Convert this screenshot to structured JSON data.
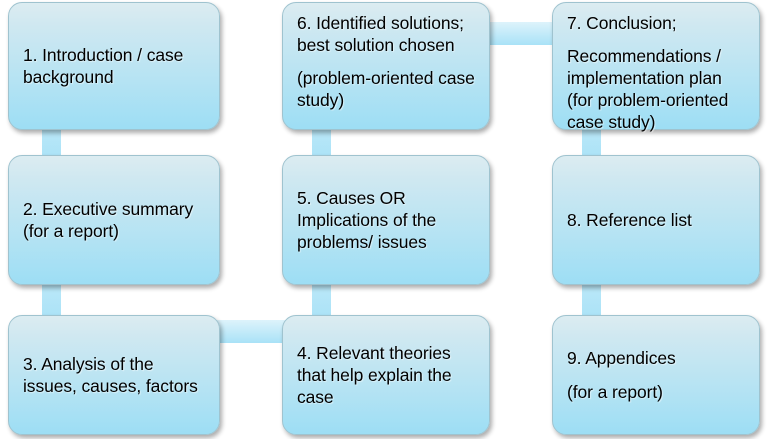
{
  "diagram": {
    "title": "Case study report structure flowchart",
    "colors": {
      "box_fill_top": "#dcecf1",
      "box_fill_bottom": "#9ddef4",
      "box_border": "#9fc3cf",
      "connector": "#a9e2f7",
      "text": "#000000",
      "background": "#ffffff"
    },
    "nodes": [
      {
        "id": "node-1",
        "name": "introduction",
        "lines": [
          "1. Introduction / case background"
        ]
      },
      {
        "id": "node-2",
        "name": "executive-summary",
        "lines": [
          "2. Executive summary (for a report)"
        ]
      },
      {
        "id": "node-3",
        "name": "analysis",
        "lines": [
          "3. Analysis of the issues, causes, factors"
        ]
      },
      {
        "id": "node-4",
        "name": "relevant-theories",
        "lines": [
          "4. Relevant theories that help explain the case"
        ]
      },
      {
        "id": "node-5",
        "name": "causes-implications",
        "lines": [
          "5. Causes OR Implications of the problems/ issues"
        ]
      },
      {
        "id": "node-6",
        "name": "identified-solutions",
        "lines": [
          "6. Identified solutions; best solution chosen",
          "(problem-oriented case study)"
        ]
      },
      {
        "id": "node-7",
        "name": "conclusion-recommendations",
        "lines": [
          "7. Conclusion;",
          "Recommendations / implementation plan (for problem-oriented case study)"
        ]
      },
      {
        "id": "node-8",
        "name": "reference-list",
        "lines": [
          "8. Reference list"
        ]
      },
      {
        "id": "node-9",
        "name": "appendices",
        "lines": [
          "9. Appendices",
          "(for a report)"
        ]
      }
    ],
    "connectors": [
      {
        "id": "conn-1-2",
        "from": "node-1",
        "to": "node-2",
        "orientation": "vertical"
      },
      {
        "id": "conn-2-3",
        "from": "node-2",
        "to": "node-3",
        "orientation": "vertical"
      },
      {
        "id": "conn-3-4",
        "from": "node-3",
        "to": "node-4",
        "orientation": "horizontal"
      },
      {
        "id": "conn-4-5",
        "from": "node-4",
        "to": "node-5",
        "orientation": "vertical"
      },
      {
        "id": "conn-5-6",
        "from": "node-5",
        "to": "node-6",
        "orientation": "vertical"
      },
      {
        "id": "conn-6-7",
        "from": "node-6",
        "to": "node-7",
        "orientation": "horizontal"
      },
      {
        "id": "conn-7-8",
        "from": "node-7",
        "to": "node-8",
        "orientation": "vertical"
      },
      {
        "id": "conn-8-9",
        "from": "node-8",
        "to": "node-9",
        "orientation": "vertical"
      }
    ]
  }
}
